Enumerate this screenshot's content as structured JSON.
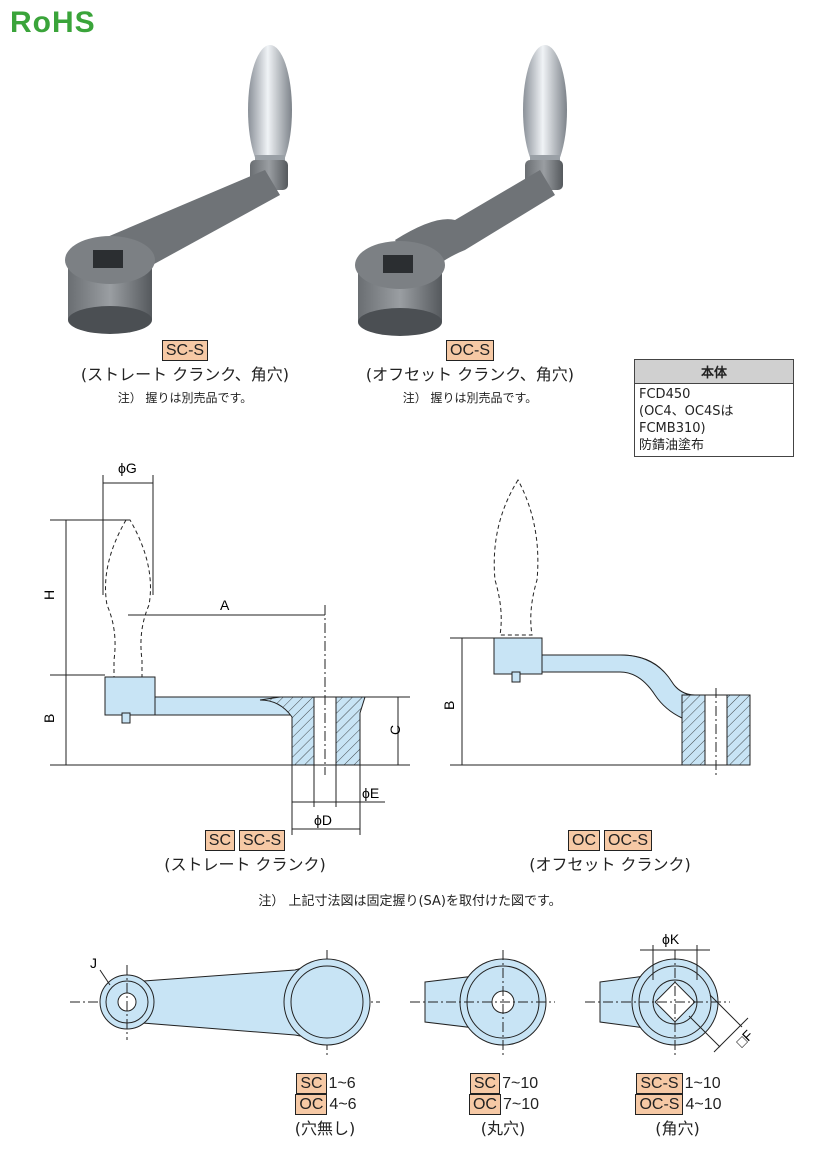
{
  "logo": {
    "text": "RoHS"
  },
  "products": [
    {
      "code": "SC-S",
      "description": "(ストレート クランク、角穴)",
      "note": "注） 握りは別売品です。"
    },
    {
      "code": "OC-S",
      "description": "(オフセット クランク、角穴)",
      "note": "注） 握りは別売品です。"
    }
  ],
  "material": {
    "header": "本体",
    "lines": [
      "FCD450",
      "(OC4、OC4SはFCMB310)",
      "防錆油塗布"
    ]
  },
  "dimension_labels": {
    "G": "ϕG",
    "H": "H",
    "A": "A",
    "B": "B",
    "C": "C",
    "E": "ϕE",
    "D": "ϕD",
    "B2": "B",
    "J": "J",
    "K": "ϕK",
    "F": "□F"
  },
  "diagram_captions": [
    {
      "codes": [
        "SC",
        "SC-S"
      ],
      "description": "(ストレート クランク)"
    },
    {
      "codes": [
        "OC",
        "OC-S"
      ],
      "description": "(オフセット クランク)"
    }
  ],
  "diagram_note": "注） 上記寸法図は固定握り(SA)を取付けた図です。",
  "hole_types": [
    {
      "rows": [
        {
          "code": "SC",
          "range": "1~6"
        },
        {
          "code": "OC",
          "range": "4~6"
        }
      ],
      "label": "(穴無し)"
    },
    {
      "rows": [
        {
          "code": "SC",
          "range": "7~10"
        },
        {
          "code": "OC",
          "range": "7~10"
        }
      ],
      "label": "(丸穴)"
    },
    {
      "rows": [
        {
          "code": "SC-S",
          "range": "1~10"
        },
        {
          "code": "OC-S",
          "range": "4~10"
        }
      ],
      "label": "(角穴)"
    }
  ],
  "colors": {
    "fill": "#c8e4f5",
    "tag": "#f6c9a5",
    "logo": "#3aa43a"
  }
}
